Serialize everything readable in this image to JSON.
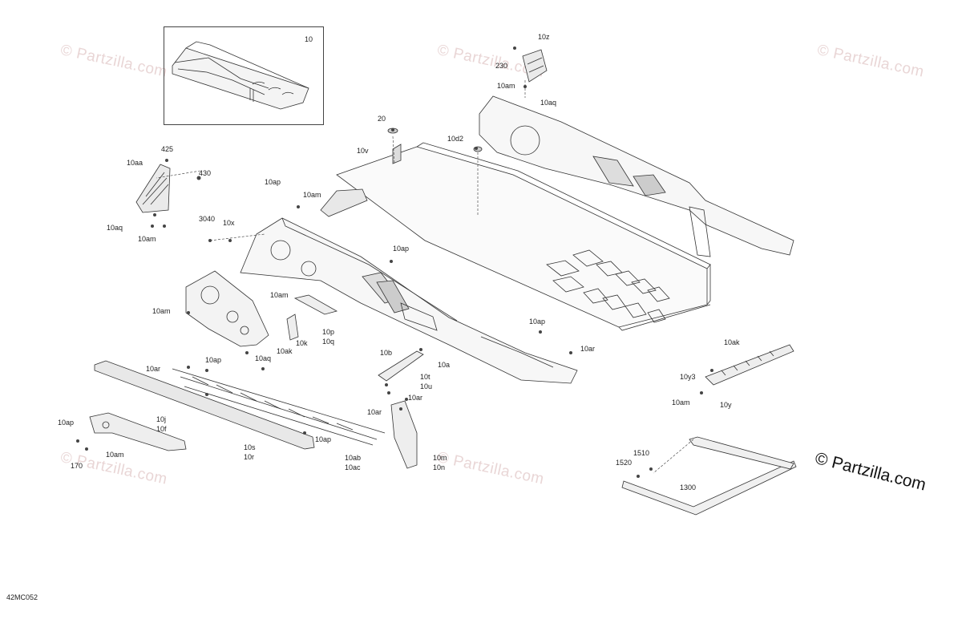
{
  "watermark": "© Partzilla.com",
  "brand": "© Partzilla.com",
  "diagram_code": "42MC052",
  "inset_label": "10",
  "callouts": {
    "c_230": "230",
    "c_10z": "10z",
    "c_10am_top": "10am",
    "c_10aq_top": "10aq",
    "c_20": "20",
    "c_10d2": "10d2",
    "c_10v": "10v",
    "c_425": "425",
    "c_10aa": "10aa",
    "c_430": "430",
    "c_10ap_a": "10ap",
    "c_10am_a": "10am",
    "c_3040": "3040",
    "c_10x": "10x",
    "c_10aq_l": "10aq",
    "c_10am_l": "10am",
    "c_10ap_b": "10ap",
    "c_10am_b": "10am",
    "c_10am_c": "10am",
    "c_10p": "10p",
    "c_10q": "10q",
    "c_10k": "10k",
    "c_10ak": "10ak",
    "c_10ap_c": "10ap",
    "c_10ar_a": "10ar",
    "c_10ap_d": "10ap",
    "c_10aq_m": "10aq",
    "c_10ar_b": "10ar",
    "c_10b": "10b",
    "c_10a": "10a",
    "c_10t": "10t",
    "c_10u": "10u",
    "c_10ar_c": "10ar",
    "c_10ar_d": "10ar",
    "c_10ap_e": "10ap",
    "c_10j": "10j",
    "c_10f": "10f",
    "c_10ap_f": "10ap",
    "c_170": "170",
    "c_10am_d": "10am",
    "c_10s": "10s",
    "c_10r": "10r",
    "c_10ab": "10ab",
    "c_10ac": "10ac",
    "c_10m": "10m",
    "c_10n": "10n",
    "c_10ak_r": "10ak",
    "c_10y3": "10y3",
    "c_10am_r": "10am",
    "c_10y": "10y",
    "c_1510": "1510",
    "c_1520": "1520",
    "c_1300": "1300"
  }
}
